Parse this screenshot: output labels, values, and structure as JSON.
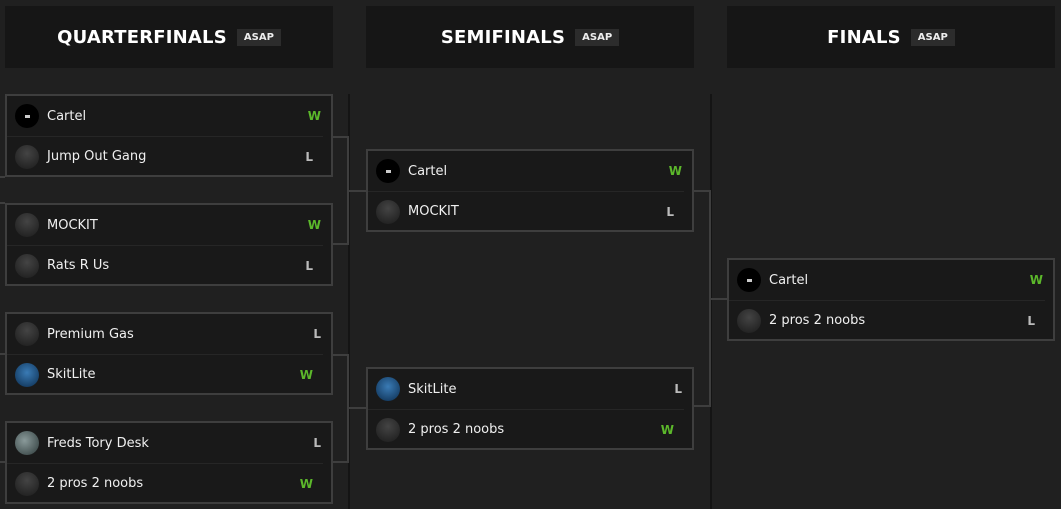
{
  "rounds": [
    {
      "title": "QUARTERFINALS",
      "badge": "ASAP"
    },
    {
      "title": "SEMIFINALS",
      "badge": "ASAP"
    },
    {
      "title": "FINALS",
      "badge": "ASAP"
    }
  ],
  "matches": {
    "qf": [
      [
        {
          "team": "Cartel",
          "result": "W",
          "avatar": "black"
        },
        {
          "team": "Jump Out Gang",
          "result": "L",
          "avatar": "default"
        }
      ],
      [
        {
          "team": "MOCKIT",
          "result": "W",
          "avatar": "default"
        },
        {
          "team": "Rats R Us",
          "result": "L",
          "avatar": "default"
        }
      ],
      [
        {
          "team": "Premium Gas",
          "result": "L",
          "avatar": "default"
        },
        {
          "team": "SkitLite",
          "result": "W",
          "avatar": "blue"
        }
      ],
      [
        {
          "team": "Freds Tory Desk",
          "result": "L",
          "avatar": "gray"
        },
        {
          "team": "2 pros 2 noobs",
          "result": "W",
          "avatar": "default"
        }
      ]
    ],
    "sf": [
      [
        {
          "team": "Cartel",
          "result": "W",
          "avatar": "black"
        },
        {
          "team": "MOCKIT",
          "result": "L",
          "avatar": "default"
        }
      ],
      [
        {
          "team": "SkitLite",
          "result": "L",
          "avatar": "blue"
        },
        {
          "team": "2 pros 2 noobs",
          "result": "W",
          "avatar": "default"
        }
      ]
    ],
    "final": [
      [
        {
          "team": "Cartel",
          "result": "W",
          "avatar": "black"
        },
        {
          "team": "2 pros 2 noobs",
          "result": "L",
          "avatar": "default"
        }
      ]
    ]
  },
  "colors": {
    "win": "#5cb82b",
    "loss": "#bbbbbb",
    "bg": "#202020"
  }
}
